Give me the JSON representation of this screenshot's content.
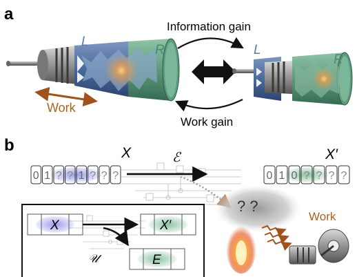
{
  "panel_a": {
    "label": "a",
    "info_gain": "Information gain",
    "work_gain": "Work gain",
    "work": "Work",
    "L_left": "L",
    "R_left": "R",
    "L_right": "L",
    "R_right": "R"
  },
  "panel_b": {
    "label": "b",
    "X": "X",
    "X_prime": "X′",
    "E_script": "ℰ",
    "tape_in": [
      "0",
      "1",
      "?",
      "?",
      "1",
      "?",
      "?",
      "?"
    ],
    "tape_out": [
      "0",
      "1",
      "0",
      "?",
      "?",
      "?",
      "?"
    ],
    "question_marks": "? ?",
    "work": "Work",
    "inset": {
      "X": "X",
      "X_prime": "X′",
      "E": "E",
      "U_script": "𝒰"
    }
  },
  "colors": {
    "left_chamber": "#4a6a9c",
    "right_chamber": "#5e9a7e",
    "work_arrow": "#c0601e",
    "tape_blue": "#4a4ad8",
    "tape_green": "#3f9a66"
  }
}
